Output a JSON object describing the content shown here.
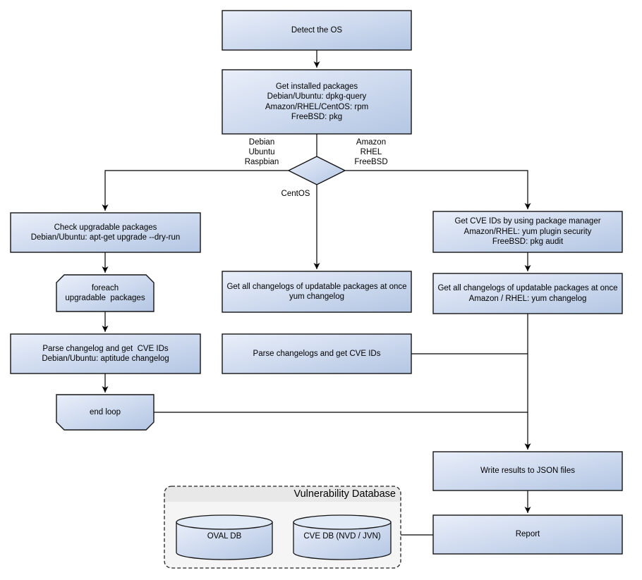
{
  "diagram": {
    "nodes": {
      "detect_os": "Detect the OS",
      "get_installed_packages": "Get installed packages\nDebian/Ubuntu: dpkg-query\nAmazon/RHEL/CentOS: rpm\nFreeBSD: pkg",
      "check_upgradable": "Check upgradable packages\nDebian/Ubuntu: apt-get upgrade --dry-run",
      "foreach_loop": "foreach\nupgradable  packages",
      "parse_changelog_left": "Parse changelog and get  CVE IDs\nDebian/Ubuntu: aptitude changelog",
      "end_loop": "end loop",
      "get_changelogs_centos": "Get all changelogs of updatable packages at once\nyum changelog",
      "parse_changelogs_mid": "Parse changelogs and get CVE IDs",
      "get_cve_ids_pkg_mgr": "Get CVE IDs by using package manager\nAmazon/RHEL: yum plugin security\nFreeBSD: pkg audit",
      "get_changelogs_right": "Get all changelogs of updatable packages at once\nAmazon / RHEL: yum changelog",
      "write_results": "Write results to JSON files",
      "report": "Report"
    },
    "branch_labels": {
      "left": "Debian\nUbuntu\nRaspbian",
      "right": "Amazon\nRHEL\nFreeBSD",
      "bottom": "CentOS"
    },
    "database": {
      "title": "Vulnerability Database",
      "cylinders": [
        "OVAL DB",
        "CVE DB (NVD / JVN)"
      ]
    },
    "colors": {
      "box_gradient_start": "#eaeffa",
      "box_gradient_end": "#b3c6e3",
      "cylinder_top": "#e0e9f6",
      "box_border": "#141414",
      "connector": "#000000",
      "container_fill": "#f5f5f5",
      "container_header": "#e8e8e8",
      "text": "#000000"
    }
  }
}
